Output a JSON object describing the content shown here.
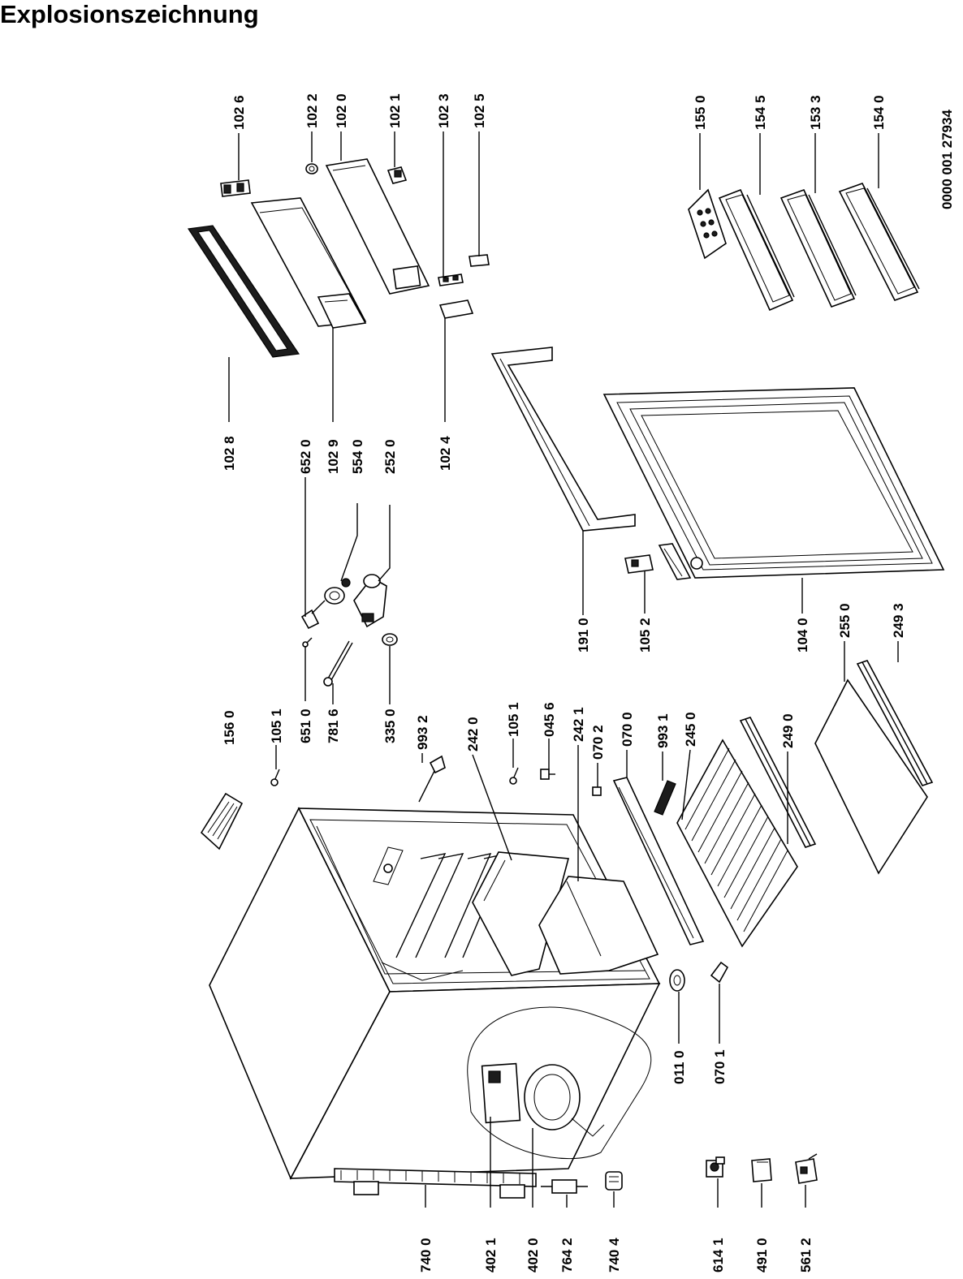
{
  "title": "Explosionszeichnung",
  "document_number": "0000 001 27934",
  "parts": {
    "p1026": "102 6",
    "p1022": "102 2",
    "p1020": "102 0",
    "p1021": "102 1",
    "p1023": "102 3",
    "p1025": "102 5",
    "p1550": "155 0",
    "p1545": "154 5",
    "p1533": "153 3",
    "p1540": "154 0",
    "p1028": "102 8",
    "p6520": "652 0",
    "p1029": "102 9",
    "p5540": "554 0",
    "p2520": "252 0",
    "p1024": "102 4",
    "p1910": "191 0",
    "p1052": "105 2",
    "p1040": "104 0",
    "p2550": "255 0",
    "p2493": "249 3",
    "p1560": "156 0",
    "p1051a": "105 1",
    "p6510": "651 0",
    "p7816": "781 6",
    "p3350": "335 0",
    "p9932": "993 2",
    "p2420": "242 0",
    "p1051b": "105 1",
    "p0456": "045 6",
    "p2421": "242 1",
    "p0702": "070 2",
    "p0700": "070 0",
    "p9931": "993 1",
    "p2450": "245 0",
    "p2490": "249 0",
    "p0110": "011 0",
    "p0701": "070 1",
    "p7400": "740 0",
    "p4021": "402 1",
    "p4020": "402 0",
    "p7642": "764 2",
    "p7404": "740 4",
    "p6141": "614 1",
    "p4910": "491 0",
    "p5612": "561 2"
  }
}
